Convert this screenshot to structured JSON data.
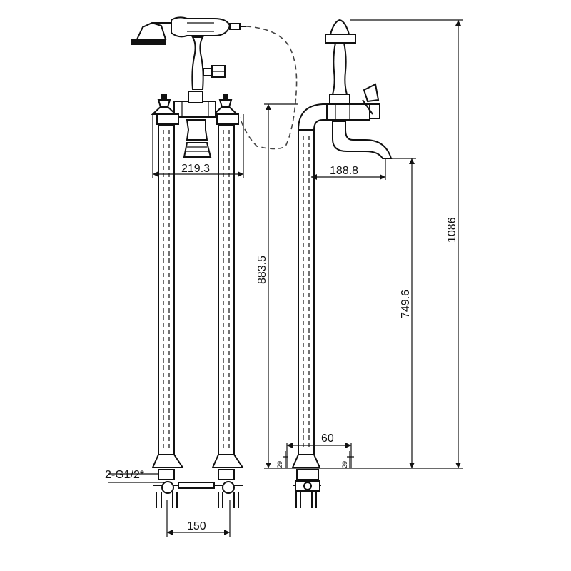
{
  "dimensions": {
    "left_width": "219.3",
    "spout_reach": "188.8",
    "base_spacing": "150",
    "column_height": "883.5",
    "spout_height": "749.6",
    "total_height": "1086",
    "base_detail": "60",
    "base_small_left": "29",
    "base_small_right": "29"
  },
  "labels": {
    "connection": "2-G1/2*"
  }
}
